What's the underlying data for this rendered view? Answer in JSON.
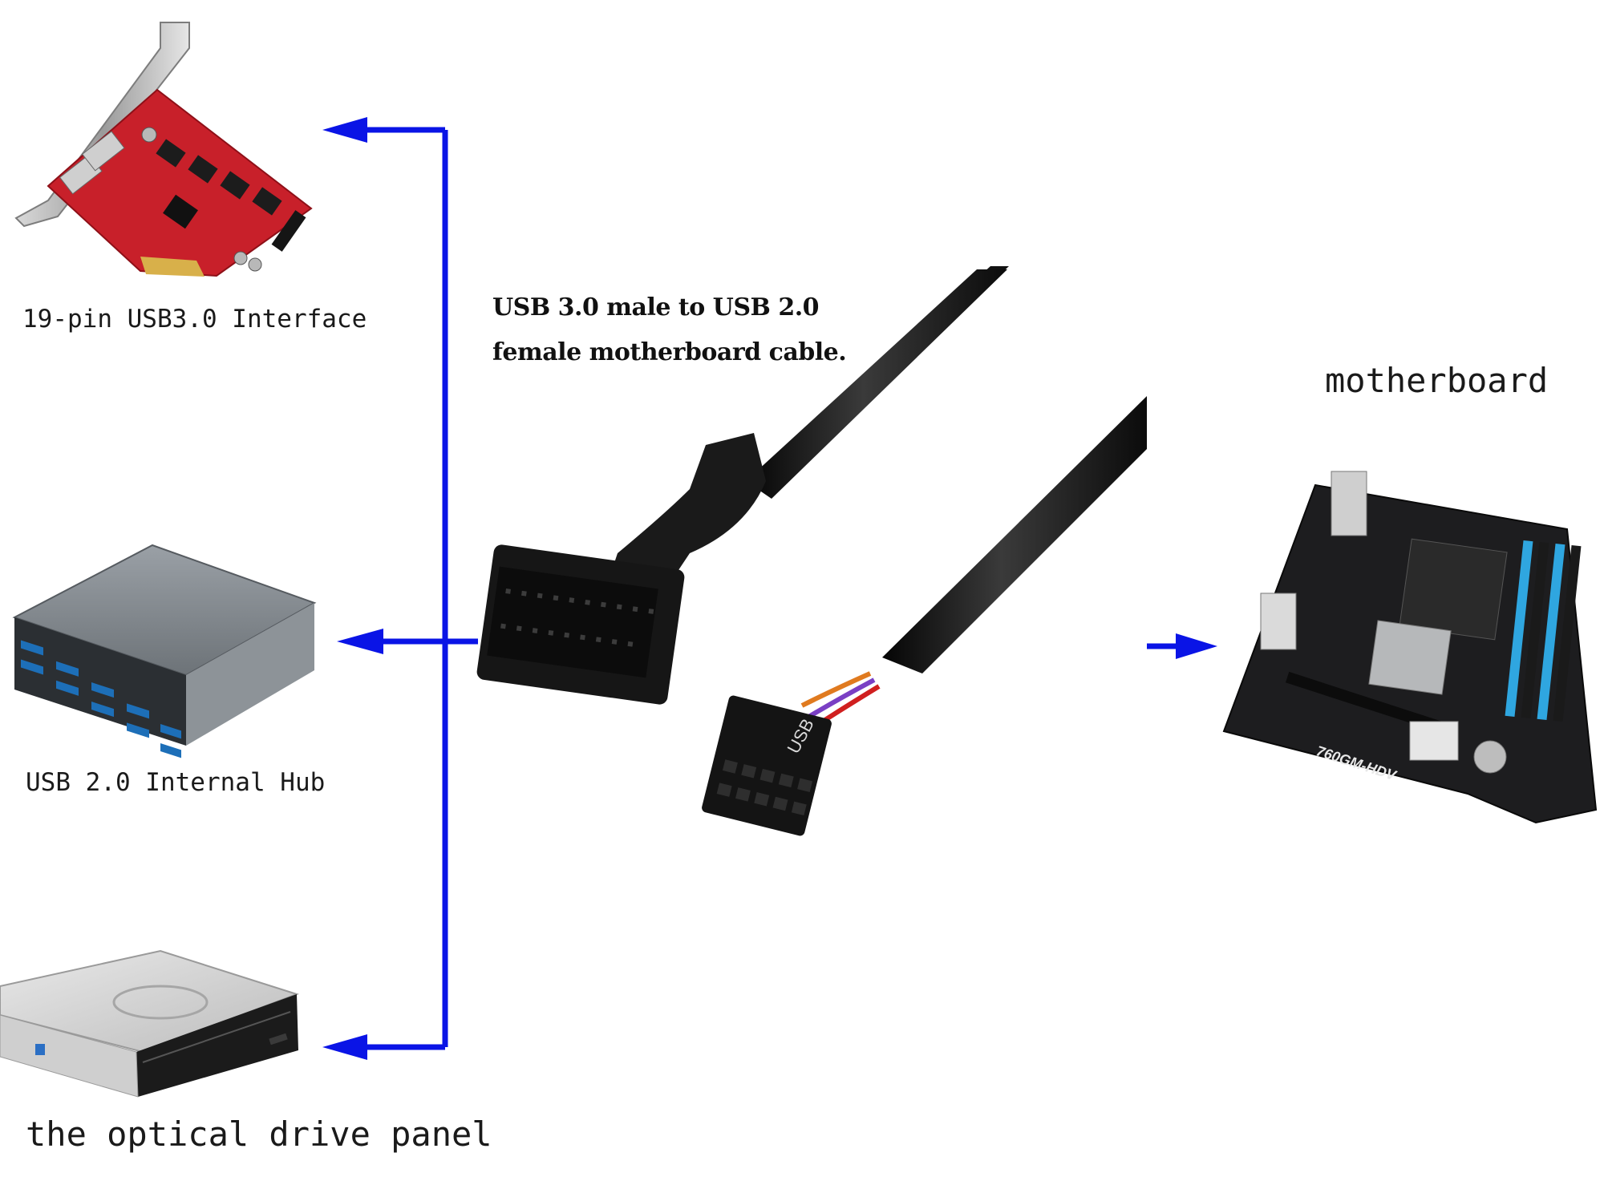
{
  "cable": {
    "title_line1": "USB 3.0 male to USB 2.0",
    "title_line2": "female motherboard cable."
  },
  "destinations": {
    "pcie_card": "19-pin USB3.0 Interface",
    "internal_hub": "USB 2.0 Internal Hub",
    "optical_drive": "the optical drive panel"
  },
  "source": {
    "motherboard": "motherboard",
    "board_model": "760GM-HDV"
  },
  "connector_mark": "USB",
  "colors": {
    "arrow": "#0a14e6",
    "pcb_red": "#c8202a",
    "cable_black": "#111111",
    "hub_gray": "#8a9096",
    "dimm_blue": "#2fa6e0"
  }
}
